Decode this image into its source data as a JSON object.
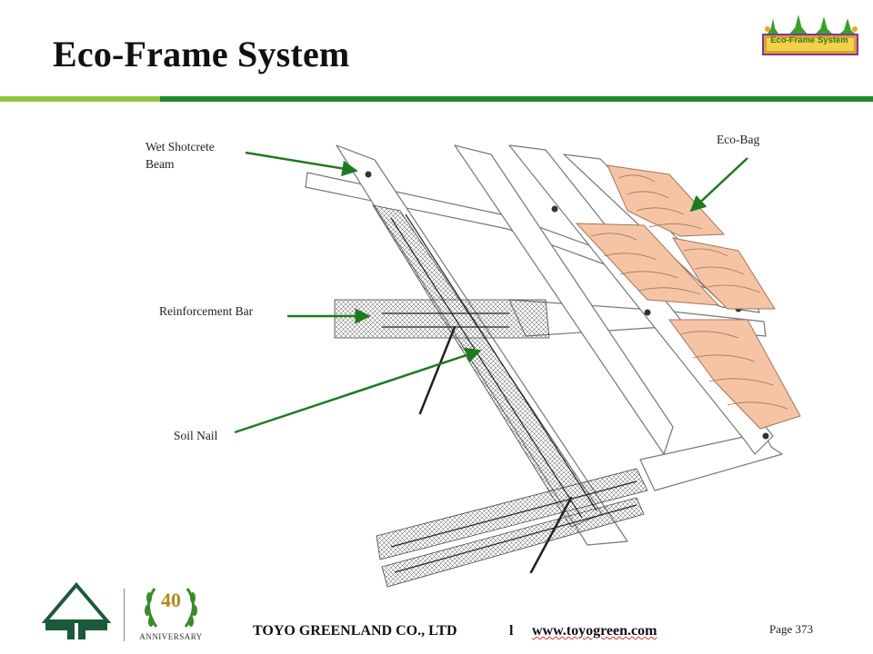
{
  "header": {
    "title": "Eco-Frame System",
    "badge_text": "Eco-Frame System",
    "rule_colors": {
      "light": "#8cc63f",
      "dark": "#1f8a2e"
    }
  },
  "diagram": {
    "labels": {
      "shotcrete_line1": "Wet Shotcrete",
      "shotcrete_line2": "Beam",
      "eco_bag": "Eco-Bag",
      "reinforcement_bar": "Reinforcement Bar",
      "soil_nail": "Soil Nail"
    },
    "arrow_color": "#1f7a1f",
    "bag_color": "#f4c4a4"
  },
  "footer": {
    "anniversary_number": "40",
    "anniversary_label": "ANNIVERSARY",
    "company": "TOYO GREENLAND CO., LTD",
    "separator": "l",
    "website": "www.toyogreen.com",
    "page": "Page 373"
  }
}
